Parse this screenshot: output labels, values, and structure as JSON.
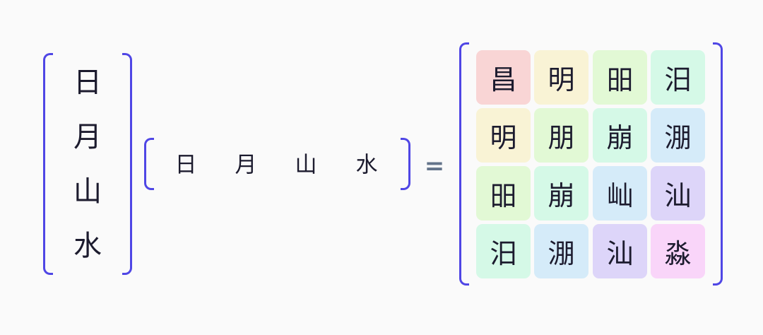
{
  "column_vector": [
    "日",
    "月",
    "山",
    "水"
  ],
  "row_vector": [
    "日",
    "月",
    "山",
    "水"
  ],
  "operator": "=",
  "result_matrix": [
    [
      "昌",
      "明",
      "昍",
      "汨"
    ],
    [
      "明",
      "朋",
      "崩",
      "淜"
    ],
    [
      "昍",
      "崩",
      "屾",
      "汕"
    ],
    [
      "汨",
      "淜",
      "汕",
      "淼"
    ]
  ],
  "colors": {
    "bracket": "#4f46e5",
    "cell_palette": [
      "#f9d5d5",
      "#f9f3d5",
      "#e2f9d5",
      "#d5f9e7",
      "#d5ebf9",
      "#ddd5f9",
      "#f9d5f9"
    ]
  }
}
